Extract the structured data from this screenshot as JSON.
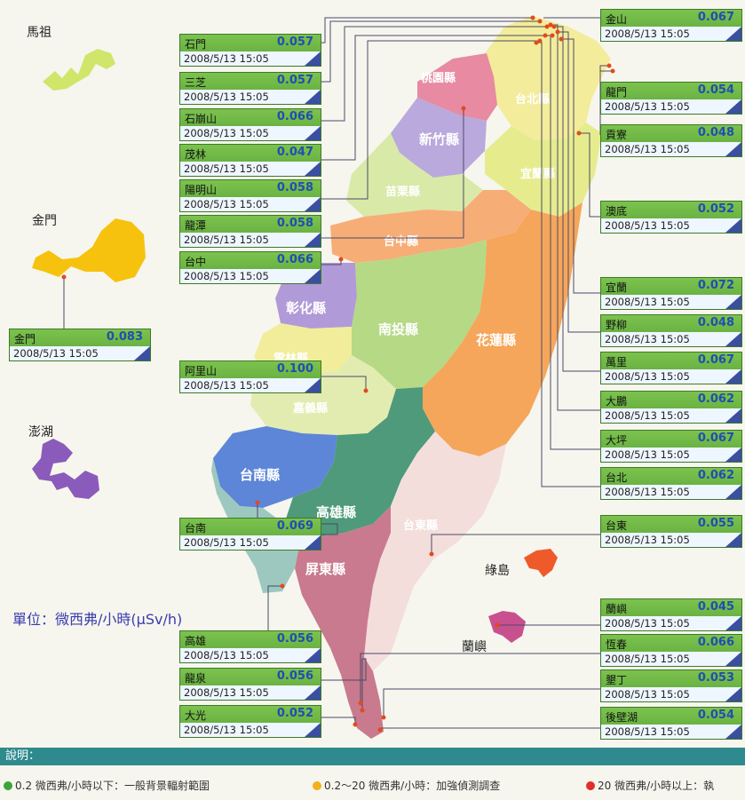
{
  "regions": {
    "mazu": "馬祖",
    "kinmen": "金門",
    "penghu": "澎湖",
    "lyudao": "綠島",
    "lanyu": "蘭嶼"
  },
  "counties": {
    "taoyuan": "桃園縣",
    "taipei": "台北縣",
    "hsinchu": "新竹縣",
    "yilan": "宜蘭縣",
    "miaoli": "苗栗縣",
    "taichung": "台中縣",
    "changhua": "彰化縣",
    "nantou": "南投縣",
    "hualien": "花蓮縣",
    "yunlin": "雲林縣",
    "chiayi": "嘉義縣",
    "tainan": "台南縣",
    "kaohsiung": "高雄縣",
    "taitung": "台東縣",
    "pingtung": "屏東縣"
  },
  "unit_label": "單位：微西弗/小時(μSv/h)",
  "stations": [
    {
      "name": "石門",
      "value": "0.057",
      "time": "2008/5/13 15:05"
    },
    {
      "name": "三芝",
      "value": "0.057",
      "time": "2008/5/13 15:05"
    },
    {
      "name": "石崩山",
      "value": "0.066",
      "time": "2008/5/13 15:05"
    },
    {
      "name": "茂林",
      "value": "0.047",
      "time": "2008/5/13 15:05"
    },
    {
      "name": "陽明山",
      "value": "0.058",
      "time": "2008/5/13 15:05"
    },
    {
      "name": "龍潭",
      "value": "0.058",
      "time": "2008/5/13 15:05"
    },
    {
      "name": "台中",
      "value": "0.066",
      "time": "2008/5/13 15:05"
    },
    {
      "name": "金門",
      "value": "0.083",
      "time": "2008/5/13 15:05"
    },
    {
      "name": "阿里山",
      "value": "0.100",
      "time": "2008/5/13 15:05"
    },
    {
      "name": "台南",
      "value": "0.069",
      "time": "2008/5/13 15:05"
    },
    {
      "name": "高雄",
      "value": "0.056",
      "time": "2008/5/13 15:05"
    },
    {
      "name": "龍泉",
      "value": "0.056",
      "time": "2008/5/13 15:05"
    },
    {
      "name": "大光",
      "value": "0.052",
      "time": "2008/5/13 15:05"
    },
    {
      "name": "金山",
      "value": "0.067",
      "time": "2008/5/13 15:05"
    },
    {
      "name": "龍門",
      "value": "0.054",
      "time": "2008/5/13 15:05"
    },
    {
      "name": "貢寮",
      "value": "0.048",
      "time": "2008/5/13 15:05"
    },
    {
      "name": "澳底",
      "value": "0.052",
      "time": "2008/5/13 15:05"
    },
    {
      "name": "宜蘭",
      "value": "0.072",
      "time": "2008/5/13 15:05"
    },
    {
      "name": "野柳",
      "value": "0.048",
      "time": "2008/5/13 15:05"
    },
    {
      "name": "萬里",
      "value": "0.067",
      "time": "2008/5/13 15:05"
    },
    {
      "name": "大鵬",
      "value": "0.062",
      "time": "2008/5/13 15:05"
    },
    {
      "name": "大坪",
      "value": "0.067",
      "time": "2008/5/13 15:05"
    },
    {
      "name": "台北",
      "value": "0.062",
      "time": "2008/5/13 15:05"
    },
    {
      "name": "台東",
      "value": "0.055",
      "time": "2008/5/13 15:05"
    },
    {
      "name": "蘭嶼",
      "value": "0.045",
      "time": "2008/5/13 15:05"
    },
    {
      "name": "恆春",
      "value": "0.066",
      "time": "2008/5/13 15:05"
    },
    {
      "name": "墾丁",
      "value": "0.053",
      "time": "2008/5/13 15:05"
    },
    {
      "name": "後壁湖",
      "value": "0.054",
      "time": "2008/5/13 15:05"
    }
  ],
  "legend": {
    "title": "說明：",
    "items": [
      {
        "text": "0.2 微西弗/小時以下：一般背景輻射範圍",
        "color": "#3aa63a"
      },
      {
        "text": "0.2～20 微西弗/小時：加強偵測調查",
        "color": "#f2b01e"
      },
      {
        "text": "20 微西弗/小時以上：執",
        "color": "#e0302a"
      }
    ]
  }
}
